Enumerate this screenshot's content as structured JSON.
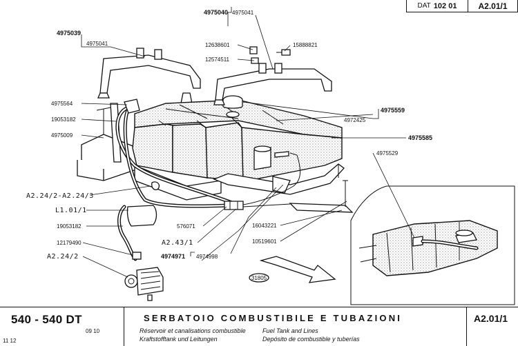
{
  "header": {
    "dat_prefix": "DAT",
    "dat_number": "102 01",
    "section_code": "A2.01/1"
  },
  "labels": {
    "p4975040": "4975040",
    "p4975041a": "4975041",
    "p4975039": "4975039",
    "p4975041b": "4975041",
    "p12638601": "12638601",
    "p12574511": "12574511",
    "p15888821": "15888821",
    "p4975564": "4975564",
    "p19053182a": "19053182",
    "p4975009": "4975009",
    "p4975559": "4975559",
    "p4972425": "4972425",
    "p4975585": "4975585",
    "p4975529": "4975529",
    "ref_a2242": "A2.24/2-A2.24/3",
    "ref_l101": "L1.01/1",
    "p19053182b": "19053182",
    "p12179490": "12179490",
    "ref_a2242b": "A2.24/2",
    "p576071": "576071",
    "ref_a2431": "A2.43/1",
    "p4974971": "4974971",
    "p4974998": "4974998",
    "p16043221": "16043221",
    "p10519601": "10519601",
    "badge": "31805"
  },
  "footer": {
    "model": "540 - 540 DT",
    "years": "09  10",
    "pages": "11  12",
    "title_it": "SERBATOIO COMBUSTIBILE E TUBAZIONI",
    "title_fr": "Réservoir et canalisations combustible",
    "title_de": "Kraftstofftank und Leitungen",
    "title_en": "Fuel Tank and Lines",
    "title_es": "Depósito de combustible y tuberías",
    "code": "A2.01/1"
  }
}
